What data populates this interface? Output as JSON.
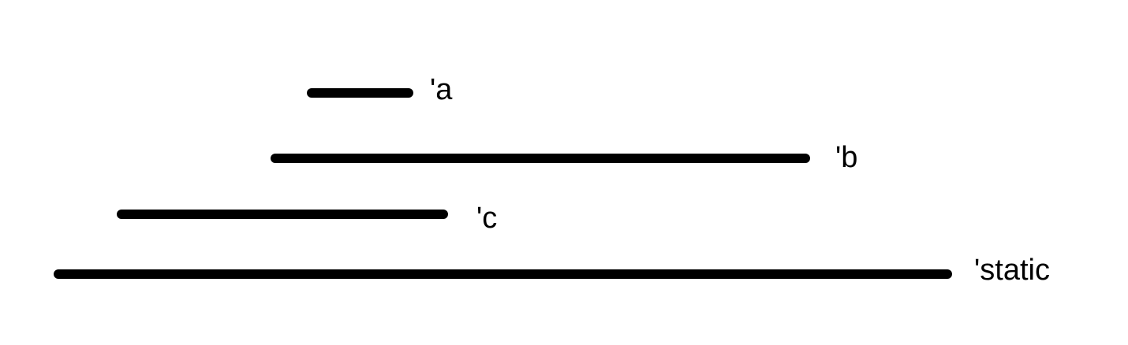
{
  "diagram": {
    "colors": {
      "background": "#ffffff",
      "bar": "#000000",
      "text": "#000000"
    },
    "lifetimes": [
      {
        "label": "'a"
      },
      {
        "label": "'b"
      },
      {
        "label": "'c"
      },
      {
        "label": "'static"
      }
    ]
  }
}
